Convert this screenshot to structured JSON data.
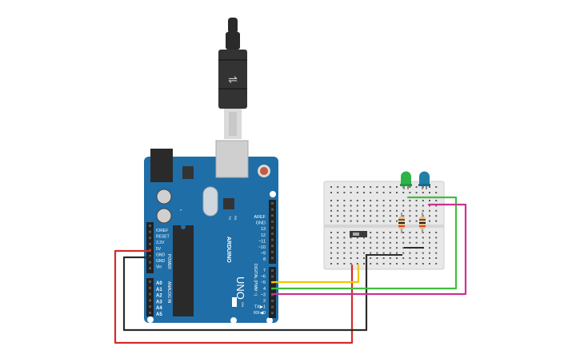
{
  "board": {
    "name": "UNO",
    "brand": "ARDUINO",
    "power_section": "POWER",
    "analog_section": "ANALOG IN",
    "digital_section": "DIGITAL (PWM ~)",
    "tx": "TX",
    "rx": "RX",
    "l": "L",
    "on": "ON",
    "power_labels": [
      "IOREF",
      "RESET",
      "3.3V",
      "5V",
      "GND",
      "GND",
      "Vin"
    ],
    "analog_labels": [
      "A0",
      "A1",
      "A2",
      "A3",
      "A4",
      "A5"
    ],
    "digital_labels_top": [
      "AREF",
      "GND",
      "13",
      "12",
      "~11",
      "~10",
      "~9",
      "8"
    ],
    "digital_labels_bottom": [
      "7",
      "~6",
      "~5",
      "4",
      "~3",
      "2",
      "TX▶1",
      "RX◀0"
    ]
  },
  "colors": {
    "board": "#1f6ea7",
    "board_dark": "#184f7a",
    "breadboard": "#e8e8e8",
    "wire_red": "#d42b2b",
    "wire_black": "#2b2b2b",
    "wire_yellow": "#f2c700",
    "wire_green": "#3fbf3f",
    "wire_magenta": "#c8348f",
    "led_green": "#2db34a",
    "led_blue": "#1f7fa6",
    "resistor": "#e2c28b"
  },
  "components": {
    "leds": [
      {
        "color": "green"
      },
      {
        "color": "blue"
      }
    ],
    "resistors": [
      {
        "id": "r1"
      },
      {
        "id": "r2"
      }
    ],
    "switch": {
      "type": "slide-switch"
    }
  },
  "wires": [
    {
      "name": "red-5v-wire",
      "color": "red"
    },
    {
      "name": "black-gnd-wire",
      "color": "black"
    },
    {
      "name": "yellow-pin5-wire",
      "color": "yellow"
    },
    {
      "name": "green-pin4-wire",
      "color": "green"
    },
    {
      "name": "magenta-pin3-wire",
      "color": "magenta"
    }
  ]
}
